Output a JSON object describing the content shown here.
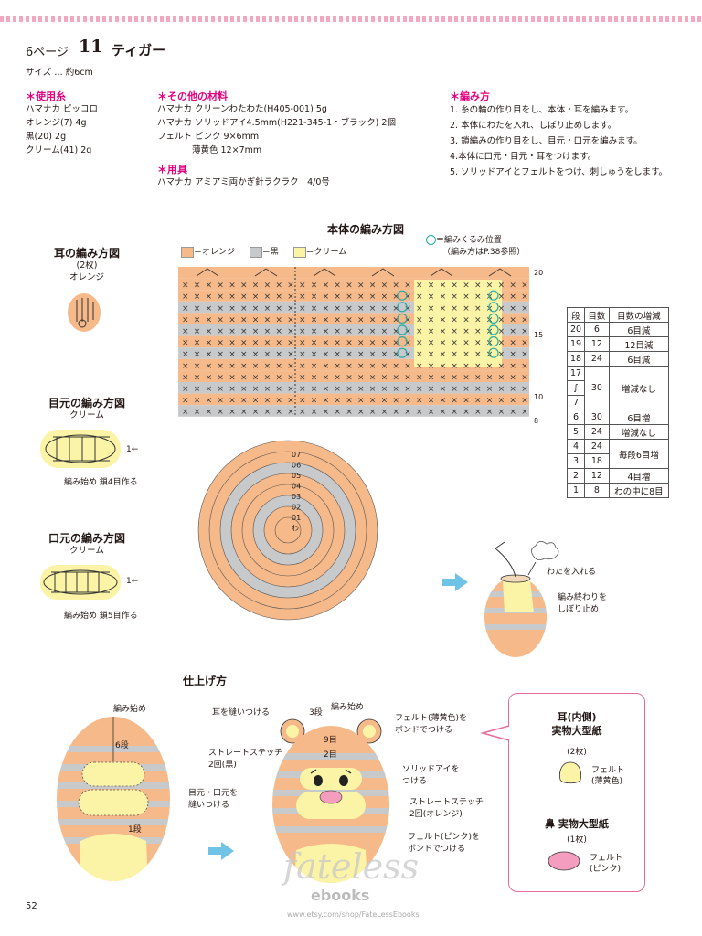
{
  "header": {
    "page_ref": "6ページ",
    "number": "11",
    "name": "ティガー",
    "size": "サイズ … 約6cm"
  },
  "materials": {
    "yarn_title": "＊使用糸",
    "yarn": [
      "ハマナカ ピッコロ",
      "オレンジ(7) 4g",
      "黒(20) 2g",
      "クリーム(41) 2g"
    ],
    "other_title": "＊その他の材料",
    "other": [
      "ハマナカ クリーンわたわた(H405-001) 5g",
      "ハマナカ ソリッドアイ4.5mm(H221-345-1・ブラック) 2個",
      "フェルト ピンク 9×6mm",
      "薄黄色 12×7mm"
    ],
    "tools_title": "＊用具",
    "tools": [
      "ハマナカ アミアミ両かぎ針ラクラク　4/0号"
    ],
    "method_title": "＊編み方",
    "method": [
      "1. 糸の輪の作り目をし、本体・耳を編みます。",
      "2. 本体にわたを入れ、しぼり止めします。",
      "3. 鎖編みの作り目をし、目元・口元を編みます。",
      "4.本体に口元・目元・耳をつけます。",
      "5. ソリッドアイとフェルトをつけ、刺しゅうをします。"
    ]
  },
  "body_chart": {
    "title": "本体の編み方図",
    "legend": [
      {
        "label": "＝オレンジ",
        "color": "#f6b98a"
      },
      {
        "label": "＝黒",
        "color": "#c8c9ca"
      },
      {
        "label": "＝クリーム",
        "color": "#fbf4a6"
      }
    ],
    "legend_note_1": "＝編みくるみ位置",
    "legend_note_2": "（編み方はP.38参照）",
    "row_labels": [
      "20",
      "15",
      "10",
      "8"
    ],
    "round_labels": [
      "07",
      "06",
      "05",
      "04",
      "03",
      "02",
      "01",
      "わ"
    ]
  },
  "ear": {
    "title": "耳の編み方図",
    "count": "(2枚)",
    "color": "オレンジ"
  },
  "eye": {
    "title": "目元の編み方図",
    "color": "クリーム",
    "start": "編み始め 鎖4目作る",
    "mark": "1←"
  },
  "mouth": {
    "title": "口元の編み方図",
    "color": "クリーム",
    "start": "編み始め 鎖5目作る",
    "mark": "1←"
  },
  "rounds_table": {
    "headers": [
      "段",
      "目数",
      "目数の増減"
    ],
    "rows": [
      [
        "20",
        "6",
        "6目減"
      ],
      [
        "19",
        "12",
        "12目減"
      ],
      [
        "18",
        "24",
        "6目減"
      ],
      [
        "17",
        "",
        ""
      ],
      [
        "∫",
        "30",
        "増減なし"
      ],
      [
        "7",
        "",
        ""
      ],
      [
        "6",
        "30",
        "6目増"
      ],
      [
        "5",
        "24",
        "増減なし"
      ],
      [
        "4",
        "24",
        ""
      ],
      [
        "3",
        "18",
        "毎段6目増"
      ],
      [
        "2",
        "12",
        "4目増"
      ],
      [
        "1",
        "8",
        "わの中に8目"
      ]
    ]
  },
  "stuffing": {
    "note1": "わたを入れる",
    "note2a": "編み終わりを",
    "note2b": "しぼり止め"
  },
  "finishing": {
    "title": "仕上げ方",
    "left": {
      "start": "編み始め",
      "row6": "6段",
      "row1": "1段",
      "attach_a": "目元・口元を",
      "attach_b": "縫いつける"
    },
    "right": {
      "ear": "耳を縫いつける",
      "row3": "3段",
      "start": "編み始め",
      "felt_a": "フェルト(薄黄色)を",
      "felt_b": "ボンドでつける",
      "st9": "9目",
      "st2": "2目",
      "stitch_a": "ストレートステッチ",
      "stitch_b": "2回(黒)",
      "eye_a": "ソリッドアイを",
      "eye_b": "つける",
      "stitch2_a": "ストレートステッチ",
      "stitch2_b": "2回(オレンジ)",
      "nose_a": "フェルト(ピンク)を",
      "nose_b": "ボンドでつける"
    }
  },
  "pattern": {
    "ear_title_a": "耳(内側)",
    "ear_title_b": "実物大型紙",
    "ear_count": "(2枚)",
    "ear_felt_a": "フェルト",
    "ear_felt_b": "(薄黄色)",
    "nose_title": "鼻 実物大型紙",
    "nose_count": "(1枚)",
    "nose_felt_a": "フェルト",
    "nose_felt_b": "(ピンク)"
  },
  "footer": {
    "page_number": "52",
    "watermark": "fateless",
    "watermark2": "ebooks",
    "watermark_url": "www.etsy.com/shop/FateLessEbooks"
  }
}
